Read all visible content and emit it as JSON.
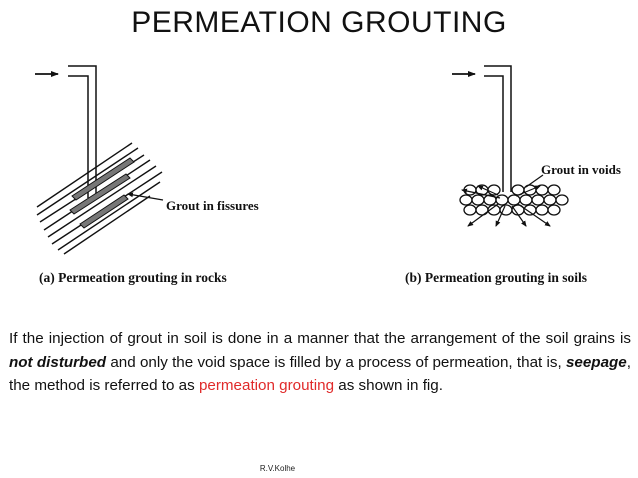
{
  "title": "PERMEATION GROUTING",
  "figure_a": {
    "label": "Grout in fissures",
    "caption": "(a) Permeation grouting in rocks"
  },
  "figure_b": {
    "label": "Grout in voids",
    "caption": "(b) Permeation grouting in soils"
  },
  "paragraph": {
    "part1": "If the injection of grout in soil is done in a manner that the arrangement of the soil grains is ",
    "emph1": "not disturbed",
    "part2": " and only the void space is filled by a process of permeation, that is, ",
    "emph2": "seepage",
    "part3": ", the method is referred to as ",
    "highlight": "permeation grouting",
    "part4": " as shown in fig.",
    "highlight_color": "#e02a2a"
  },
  "footer": "R.V.Kolhe"
}
